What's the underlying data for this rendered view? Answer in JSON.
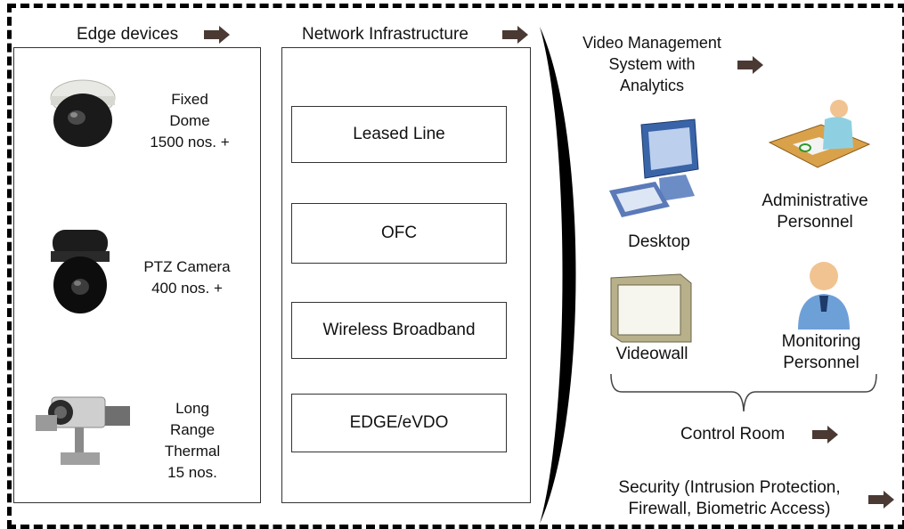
{
  "headers": {
    "edge": "Edge devices",
    "network": "Network Infrastructure",
    "vms_line1": "Video Management",
    "vms_line2": "System with",
    "vms_line3": "Analytics"
  },
  "edge_devices": [
    {
      "line1": "Fixed",
      "line2": "Dome",
      "line3": "1500 nos. +",
      "icon": "dome-camera-icon"
    },
    {
      "line1": "PTZ Camera",
      "line2": "400 nos. +",
      "icon": "ptz-camera-icon"
    },
    {
      "line1": "Long",
      "line2": "Range",
      "line3": "Thermal",
      "line4": "15 nos.",
      "icon": "thermal-camera-icon"
    }
  ],
  "network_items": [
    "Leased Line",
    "OFC",
    "Wireless Broadband",
    "EDGE/eVDO"
  ],
  "control_room": {
    "desktop": "Desktop",
    "admin_line1": "Administrative",
    "admin_line2": "Personnel",
    "videowall": "Videowall",
    "monitoring_line1": "Monitoring",
    "monitoring_line2": "Personnel",
    "label": "Control Room"
  },
  "security": {
    "line1": "Security (Intrusion Protection,",
    "line2": "Firewall, Biometric Access)"
  },
  "colors": {
    "arrow": "#4a3a33",
    "frame": "#000000"
  }
}
